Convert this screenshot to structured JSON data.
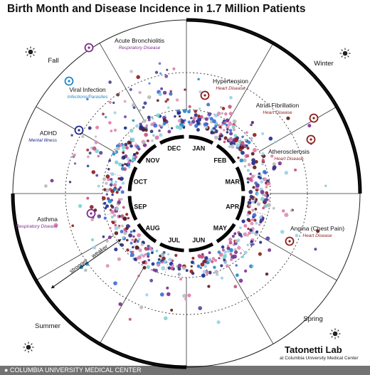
{
  "title": "Birth Month and Disease Incidence in 1.7 Million Patients",
  "months": [
    "JAN",
    "FEB",
    "MAR",
    "APR",
    "MAY",
    "JUN",
    "JUL",
    "AUG",
    "SEP",
    "OCT",
    "NOV",
    "DEC"
  ],
  "seasons": [
    {
      "label": "Winter",
      "icon": "sun-icon"
    },
    {
      "label": "Spring",
      "icon": "sun-icon"
    },
    {
      "label": "Summer",
      "icon": "sun-icon"
    },
    {
      "label": "Fall",
      "icon": "sun-icon"
    }
  ],
  "diseases": [
    {
      "name": "Acute Bronchiolitis",
      "category": "Respiratory Disease",
      "color": "#7d2e8e"
    },
    {
      "name": "Viral Infection",
      "category": "Infections/Parasites",
      "color": "#1e88c8"
    },
    {
      "name": "ADHD",
      "category": "Mental Illness",
      "color": "#1c2a8c"
    },
    {
      "name": "Asthma",
      "category": "Respiratory Disease",
      "color": "#7d2e8e"
    },
    {
      "name": "Hypertension",
      "category": "Heart Disease",
      "color": "#8e1c1c"
    },
    {
      "name": "Atrial Fibrillation",
      "category": "Heart Disease",
      "color": "#8e1c1c"
    },
    {
      "name": "Atherosclerosis",
      "category": "Heart Disease",
      "color": "#8e1c1c"
    },
    {
      "name": "Angina (Chest Pain)",
      "category": "Heart Disease",
      "color": "#8e1c1c"
    }
  ],
  "scale": {
    "stronger": "stronger",
    "weaker": "weaker"
  },
  "lab_name": "Tatonetti Lab",
  "lab_affiliation": "at Columbia University Medical Center",
  "footer": "COLUMBIA UNIVERSITY MEDICAL CENTER"
}
